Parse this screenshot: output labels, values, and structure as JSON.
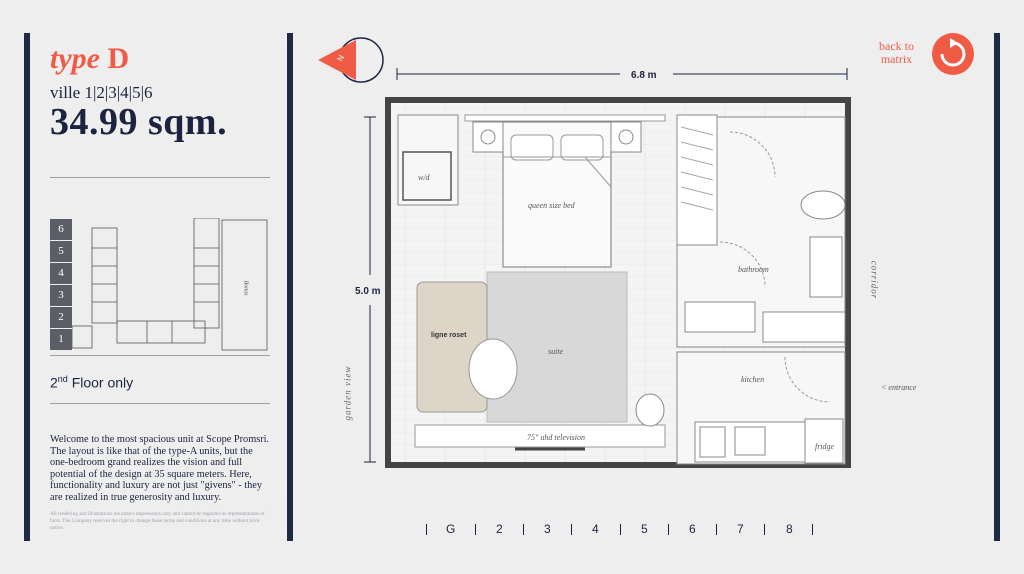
{
  "unit": {
    "type_label": "type",
    "type_letter": "D",
    "ville": "ville 1|2|3|4|5|6",
    "area": "34.99 sqm."
  },
  "building": {
    "floors": [
      "6",
      "5",
      "4",
      "3",
      "2",
      "1"
    ],
    "vertical_label": "Bonus"
  },
  "floor_note": {
    "main": "2",
    "sup": "nd",
    "rest": " Floor only"
  },
  "description": "Welcome to the most spacious unit at Scope Promsri. The layout is like that of the type-A units, but the one-bedroom grand realizes the vision and full potential of the design at 35 square meters. Here, functionality and luxury are not just \"givens\" - they are realized in true generosity and luxury.",
  "legal": "All rendering and illustrations are artist's impressions only and cannot be regarded as representations of facts. The Company reserves the right to change these terms and conditions at any time without prior notice.",
  "compass": {
    "label": "N",
    "color": "#ef5b45"
  },
  "dimensions": {
    "width": "6.8 m",
    "height": "5.0 m"
  },
  "rooms": {
    "wd": "w/d",
    "bed": "queen size bed",
    "suite": "suite",
    "bathroom": "bathroom",
    "kitchen": "kitchen",
    "fridge": "fridge",
    "tv": "75\" uhd television",
    "brand": "ligne roset"
  },
  "side_labels": {
    "garden": "garden view",
    "corridor": "corridor",
    "entrance": "< entrance"
  },
  "floor_nav": [
    "G",
    "2",
    "3",
    "4",
    "5",
    "6",
    "7",
    "8"
  ],
  "back": {
    "line1": "back to",
    "line2": "matrix",
    "icon": "refresh-icon"
  },
  "colors": {
    "accent": "#ef5b45",
    "navy": "#1f2a44",
    "floor_box": "#5b5e66"
  }
}
